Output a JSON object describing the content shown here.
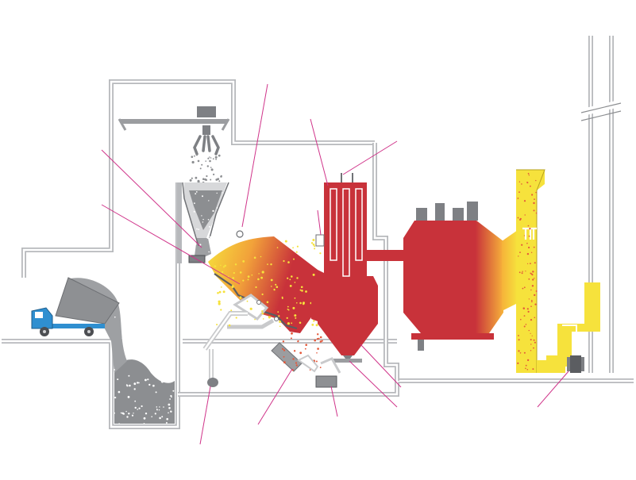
{
  "colors": {
    "background": "#ffffff",
    "building_wall": "#b7b9bc",
    "waste": "#8c8e91",
    "furnace_red": "#c8323a",
    "flue_gas_yellow": "#f6e23c",
    "ember_orange": "#f2a23a",
    "truck_blue": "#2f8fd0",
    "dark_gray": "#7e8084",
    "leader_line": "#d0348a"
  },
  "components": [
    {
      "name": "delivery-truck",
      "icon": "truck-icon"
    },
    {
      "name": "waste-bunker",
      "icon": "bunker-icon"
    },
    {
      "name": "crane-grab",
      "icon": "grab-icon"
    },
    {
      "name": "feed-hopper",
      "icon": "hopper-icon"
    },
    {
      "name": "incineration-grate",
      "icon": "grate-icon"
    },
    {
      "name": "boiler",
      "icon": "boiler-icon"
    },
    {
      "name": "flue-gas-treatment",
      "icon": "filter-icon"
    },
    {
      "name": "scrubber",
      "icon": "scrubber-icon"
    },
    {
      "name": "induced-draft-fan",
      "icon": "fan-icon"
    },
    {
      "name": "stack",
      "icon": "chimney-icon"
    },
    {
      "name": "bottom-ash-conveyor",
      "icon": "conveyor-icon"
    }
  ]
}
